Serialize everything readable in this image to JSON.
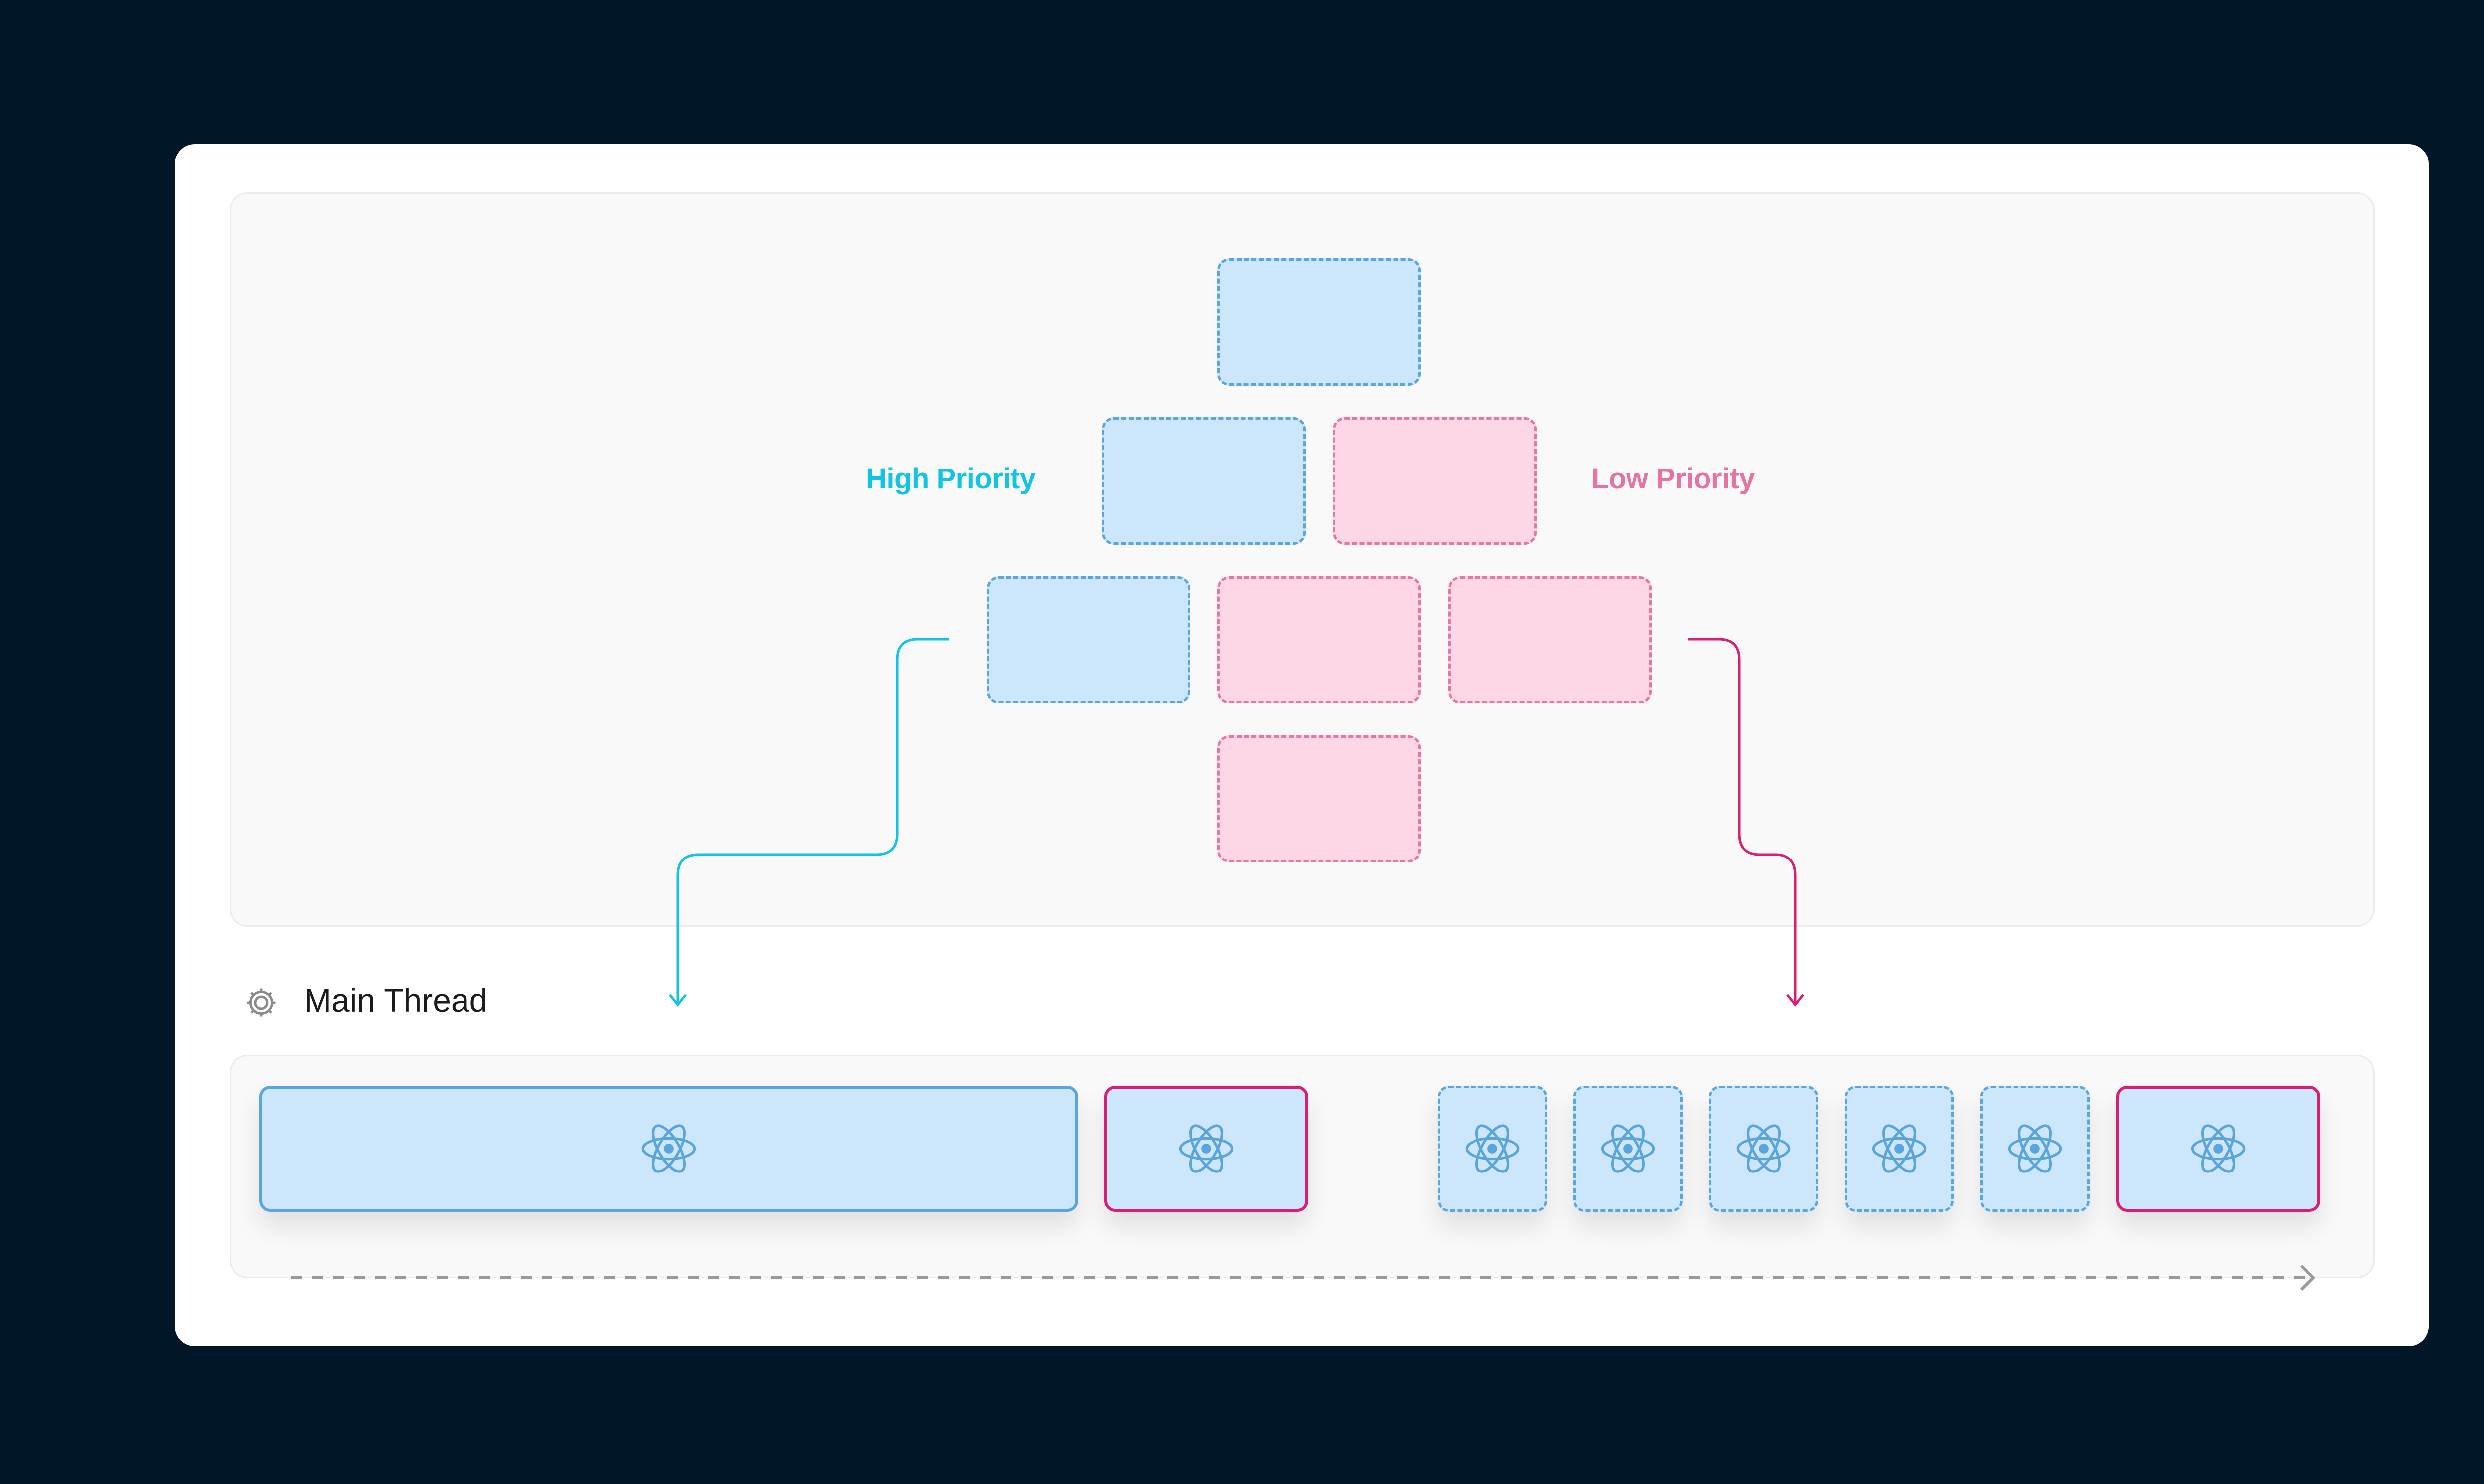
{
  "tree": {
    "high_label": "High Priority",
    "low_label": "Low Priority",
    "nodes": [
      {
        "level": 0,
        "priority": "high"
      },
      {
        "level": 1,
        "priority": "high"
      },
      {
        "level": 1,
        "priority": "low"
      },
      {
        "level": 2,
        "priority": "high"
      },
      {
        "level": 2,
        "priority": "low"
      },
      {
        "level": 2,
        "priority": "low"
      },
      {
        "level": 3,
        "priority": "low"
      }
    ]
  },
  "thread": {
    "title": "Main Thread",
    "icon": "gear-icon",
    "tasks": [
      {
        "style": "solid",
        "border": "blue",
        "icon": "react-atom-icon"
      },
      {
        "style": "solid",
        "border": "pink",
        "icon": "react-atom-icon"
      },
      {
        "style": "dashed",
        "border": "blue",
        "icon": "react-atom-icon"
      },
      {
        "style": "dashed",
        "border": "blue",
        "icon": "react-atom-icon"
      },
      {
        "style": "dashed",
        "border": "blue",
        "icon": "react-atom-icon"
      },
      {
        "style": "dashed",
        "border": "blue",
        "icon": "react-atom-icon"
      },
      {
        "style": "dashed",
        "border": "blue",
        "icon": "react-atom-icon"
      },
      {
        "style": "solid",
        "border": "pink",
        "icon": "react-atom-icon"
      }
    ]
  },
  "colors": {
    "background": "#011627",
    "high_priority": "#11c4e6",
    "low_priority": "#e673a3",
    "high_arrow": "#11c4e6",
    "low_arrow": "#d91e74",
    "node_blue_fill": "#cce6fb",
    "node_blue_border": "#5ba5dc",
    "node_pink_fill": "#fdd6e7",
    "node_pink_border": "#e6779e",
    "task_pink_border": "#d91e74"
  }
}
